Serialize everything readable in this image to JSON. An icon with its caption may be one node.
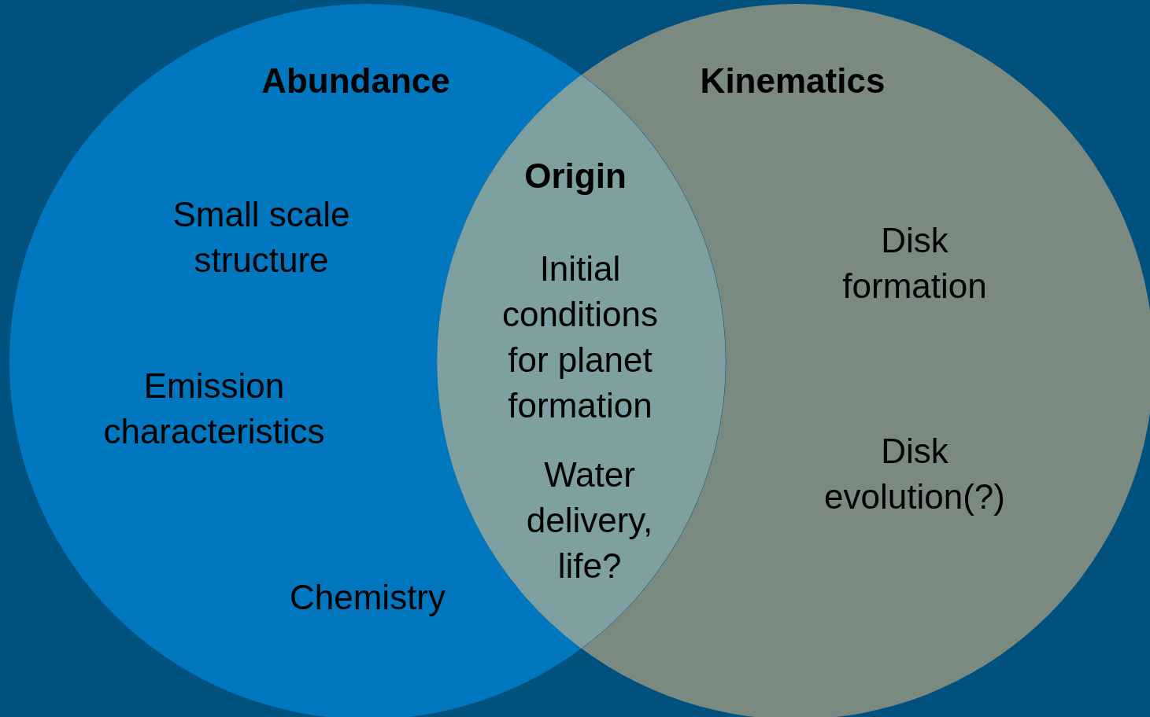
{
  "diagram": {
    "nodes": [
      {
        "text": [
          "Abundance",
          "Small scale structure",
          "Emission characteristics",
          "Chemistry"
        ]
      },
      {
        "text": [
          "Kinematics",
          "Disk formation",
          "Disk evolution(?)"
        ]
      },
      {
        "text": [
          "Origin",
          "Initial conditions for planet formation",
          "Water delivery, life?"
        ]
      }
    ]
  }
}
